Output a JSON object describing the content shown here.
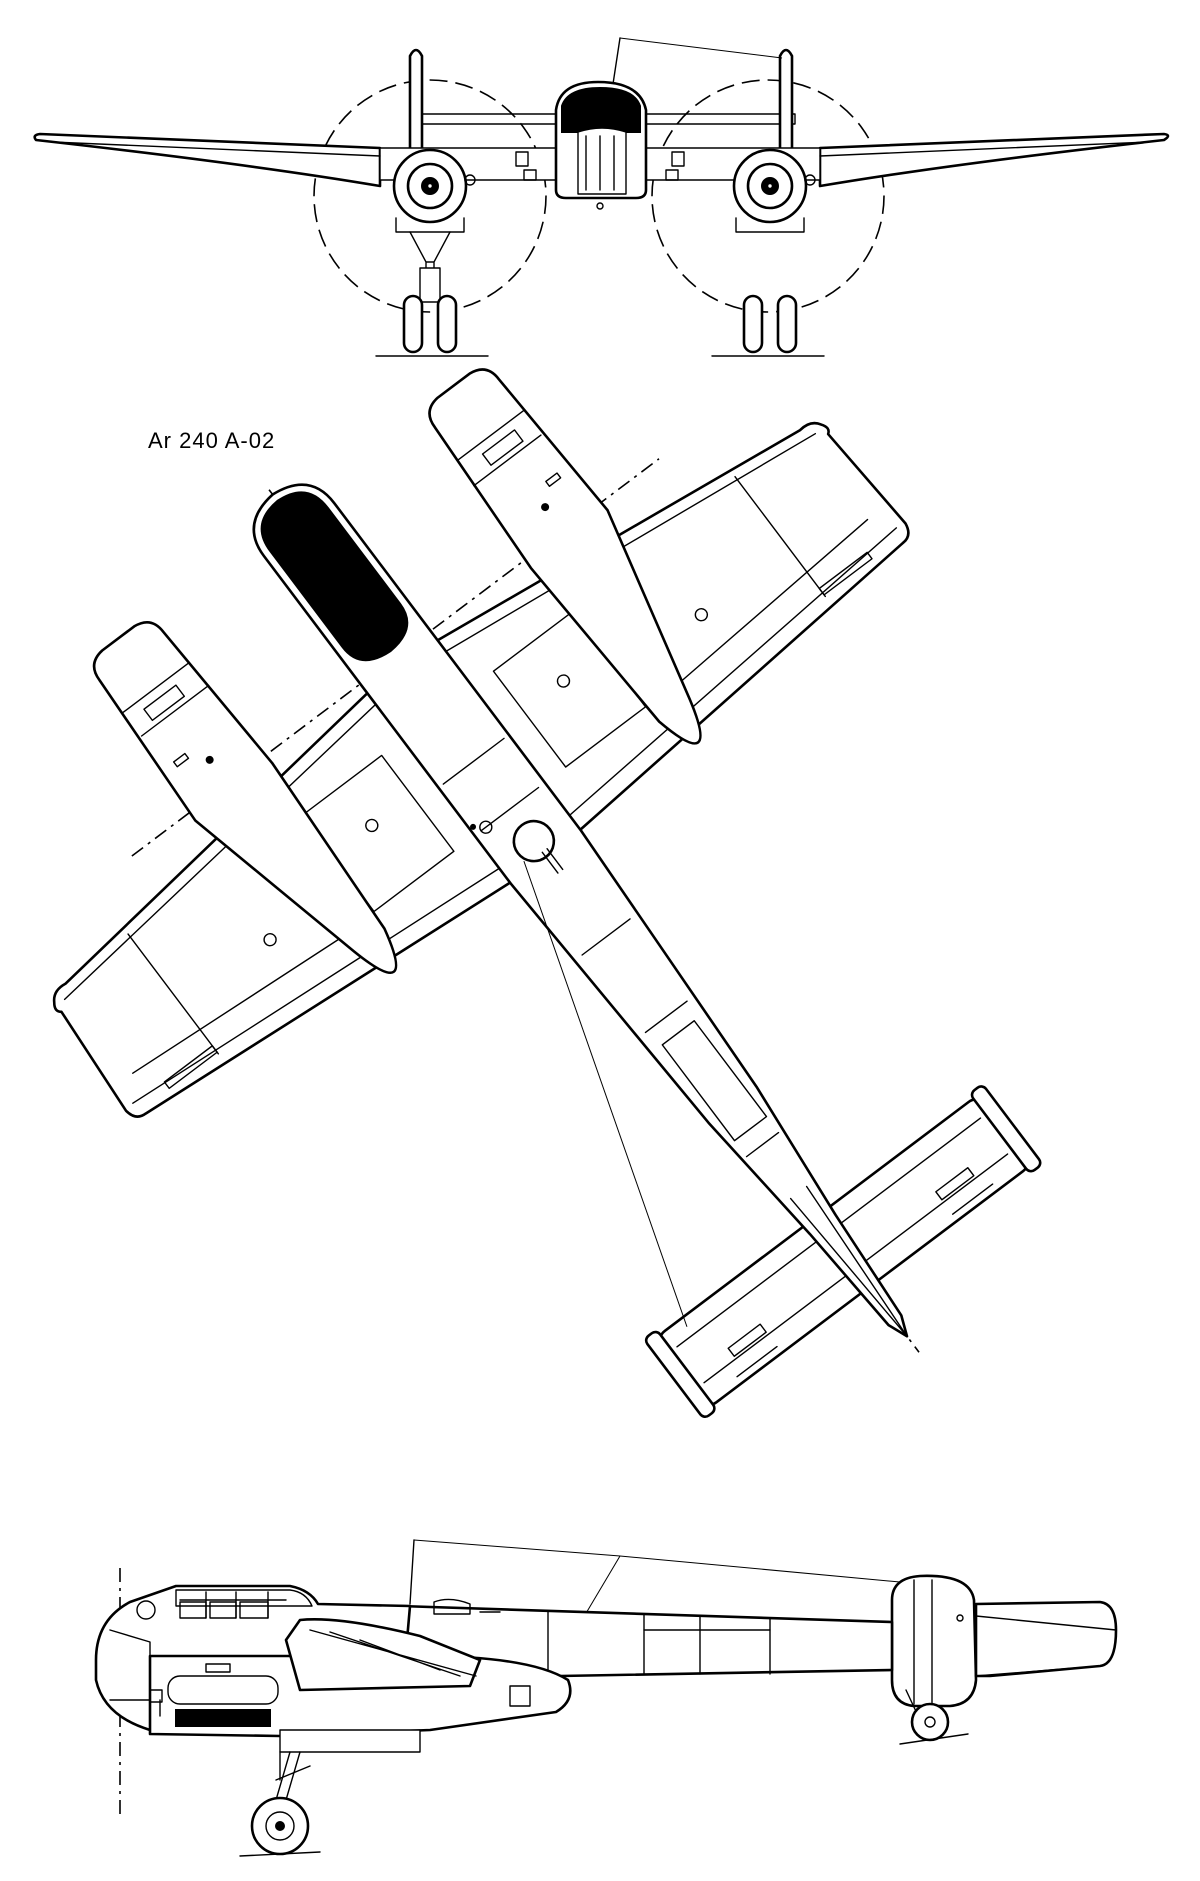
{
  "designation": "Ar 240 A-02",
  "views": {
    "front": "front-view",
    "plan": "plan-view",
    "side": "side-view"
  },
  "colors": {
    "ink": "#000000",
    "paper": "#ffffff"
  }
}
